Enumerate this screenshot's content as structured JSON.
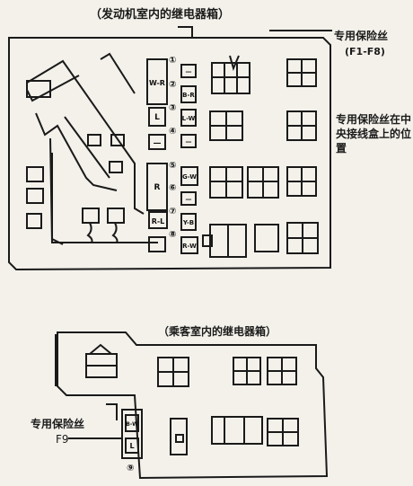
{
  "labels": {
    "engine_box_title": "（发动机室内的继电器箱）",
    "special_fuse": "专用保险丝",
    "fuse_range": "(F1-F8)",
    "junction_note": "专用保险丝在中央接线盒上的位置",
    "passenger_box_title": "（乘客室内的继电器箱）",
    "special_fuse_bottom": "专用保险丝",
    "fuse_f9": "F9"
  },
  "fuses": [
    {
      "num": "①",
      "code": "—"
    },
    {
      "num": "②",
      "code": "B-R"
    },
    {
      "num": "③",
      "code": "L-W"
    },
    {
      "num": "④",
      "code": "—"
    },
    {
      "num": "⑤",
      "code": "G-W"
    },
    {
      "num": "⑥",
      "code": "—"
    },
    {
      "num": "⑦",
      "code": "Y-B"
    },
    {
      "num": "⑧",
      "code": "R-W"
    }
  ],
  "left_column": [
    "W-R",
    "L",
    "—",
    "R",
    "R-L"
  ],
  "fuse_f9_codes": [
    "B-W",
    "L"
  ],
  "fuse_f9_num": "⑨"
}
